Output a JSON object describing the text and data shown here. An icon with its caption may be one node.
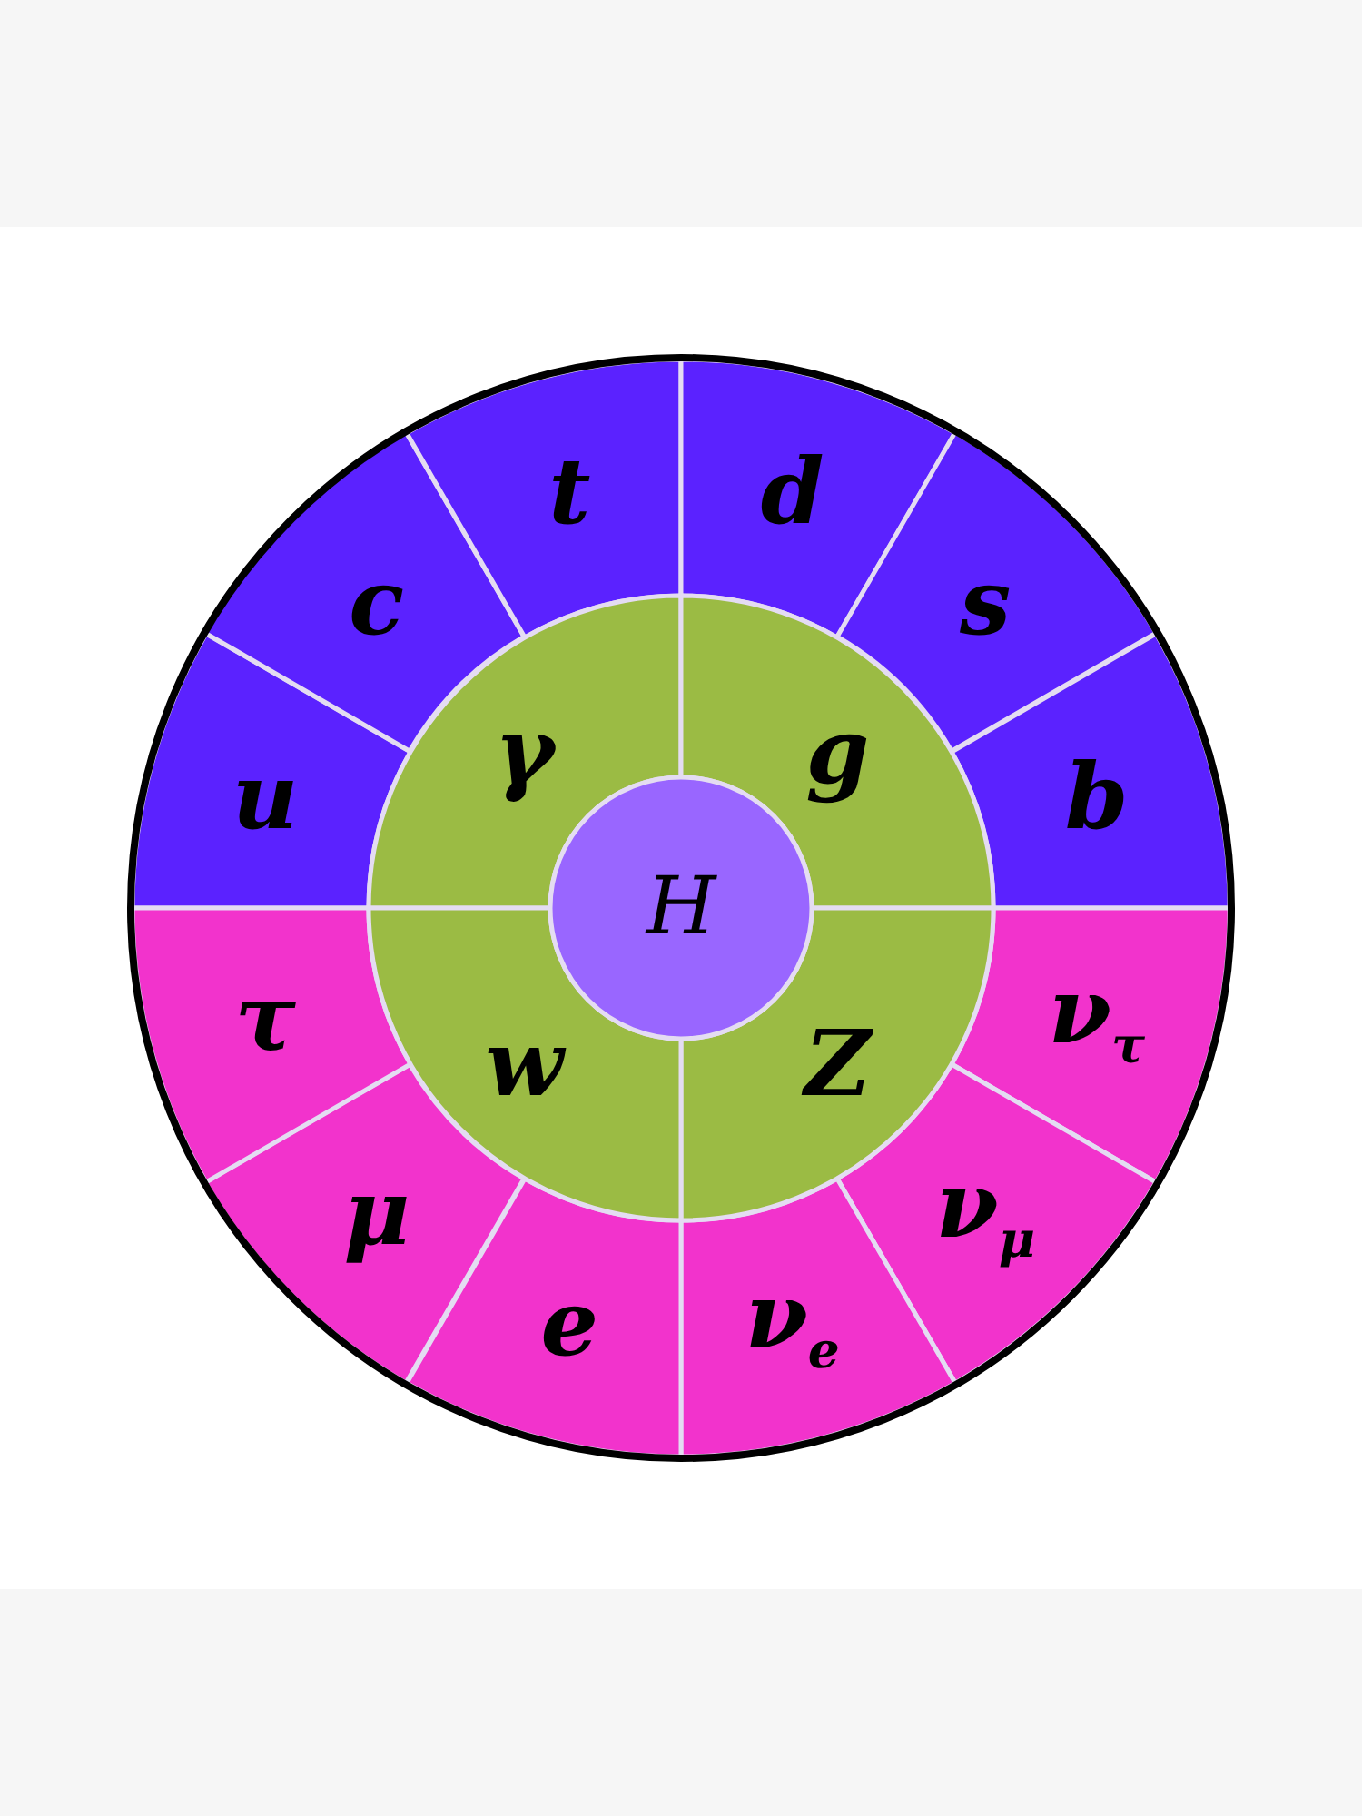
{
  "diagram": {
    "nodes": [
      {
        "text": [
          "u"
        ]
      },
      {
        "text": [
          "c"
        ]
      },
      {
        "text": [
          "t"
        ]
      },
      {
        "text": [
          "d"
        ]
      },
      {
        "text": [
          "s"
        ]
      },
      {
        "text": [
          "b"
        ]
      },
      {
        "text": [
          "ν$_{τ}$"
        ]
      },
      {
        "text": [
          "ν$_{μ}$"
        ]
      },
      {
        "text": [
          "ν$_{e}$"
        ]
      },
      {
        "text": [
          "e"
        ]
      },
      {
        "text": [
          "μ"
        ]
      },
      {
        "text": [
          "τ"
        ]
      },
      {
        "text": [
          "γ"
        ]
      },
      {
        "text": [
          "g"
        ]
      },
      {
        "text": [
          "Z"
        ]
      },
      {
        "text": [
          "w"
        ]
      },
      {
        "text": [
          "H"
        ]
      }
    ]
  }
}
